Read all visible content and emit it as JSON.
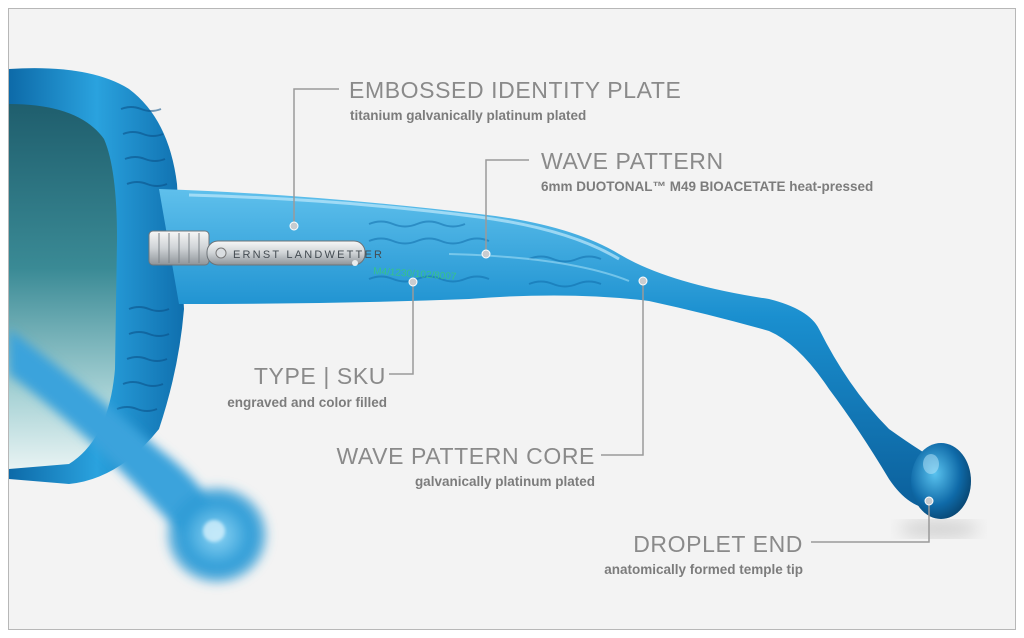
{
  "product": {
    "logo_engraving": "ERNST LANDWETTER",
    "sku_engraving": "M4/1230/102/8007"
  },
  "colors": {
    "acetate_blue": "#1a8fcf",
    "acetate_deep": "#0c5f9a",
    "lens_teal": "#2f7f8a",
    "callout_gray": "#8a8a8a",
    "background": "#f3f3f3"
  },
  "callouts": [
    {
      "title": "EMBOSSED IDENTITY PLATE",
      "subtitle": "titanium galvanically platinum plated"
    },
    {
      "title": "WAVE PATTERN",
      "subtitle": "6mm DUOTONAL™ M49 BIOACETATE heat-pressed"
    },
    {
      "title": "TYPE | SKU",
      "subtitle": "engraved and color filled"
    },
    {
      "title": "WAVE PATTERN CORE",
      "subtitle": "galvanically platinum plated"
    },
    {
      "title": "DROPLET END",
      "subtitle": "anatomically formed temple tip"
    }
  ]
}
